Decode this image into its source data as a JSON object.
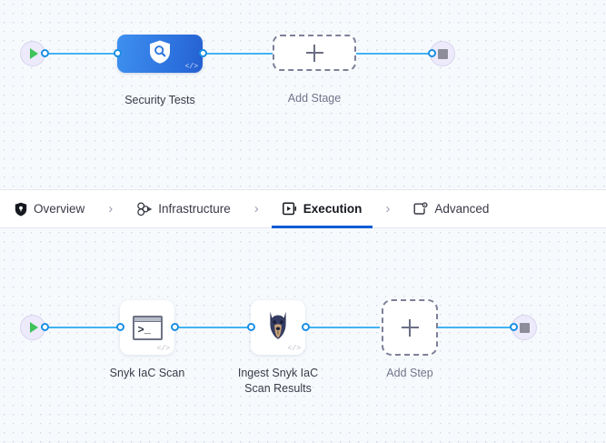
{
  "app": {
    "canvas_background": "#f7fafd",
    "wire_color": "#42b3f4",
    "accent_color": "#0b5cd5"
  },
  "stage_graph": {
    "start_node": {
      "icon": "play-icon",
      "label": ""
    },
    "end_node": {
      "icon": "stop-icon",
      "label": ""
    },
    "nodes": [
      {
        "id": "security-tests",
        "label": "Security Tests",
        "icon": "shield-search-icon",
        "badge": "</>",
        "type": "stage",
        "color_from": "#3e90f0",
        "color_to": "#255fd0"
      },
      {
        "id": "add-stage",
        "label": "Add Stage",
        "icon": "plus-icon",
        "type": "placeholder"
      }
    ]
  },
  "tabs": [
    {
      "id": "overview",
      "label": "Overview",
      "icon": "shield-icon",
      "active": false
    },
    {
      "id": "infrastructure",
      "label": "Infrastructure",
      "icon": "cluster-icon",
      "active": false
    },
    {
      "id": "execution",
      "label": "Execution",
      "icon": "play-box-icon",
      "active": true
    },
    {
      "id": "advanced",
      "label": "Advanced",
      "icon": "card-gear-icon",
      "active": false
    }
  ],
  "tab_separator": "›",
  "step_graph": {
    "start_node": {
      "icon": "play-icon",
      "label": ""
    },
    "end_node": {
      "icon": "stop-icon",
      "label": ""
    },
    "nodes": [
      {
        "id": "snyk-iac-scan",
        "label": "Snyk IaC Scan",
        "icon": "terminal-icon",
        "badge": "</>",
        "type": "step"
      },
      {
        "id": "ingest-snyk-iac-scan-results",
        "label": "Ingest Snyk IaC\nScan Results",
        "icon": "doberman-dog-icon",
        "badge": "</>",
        "type": "step"
      },
      {
        "id": "add-step",
        "label": "Add Step",
        "icon": "plus-icon",
        "type": "placeholder"
      }
    ]
  }
}
